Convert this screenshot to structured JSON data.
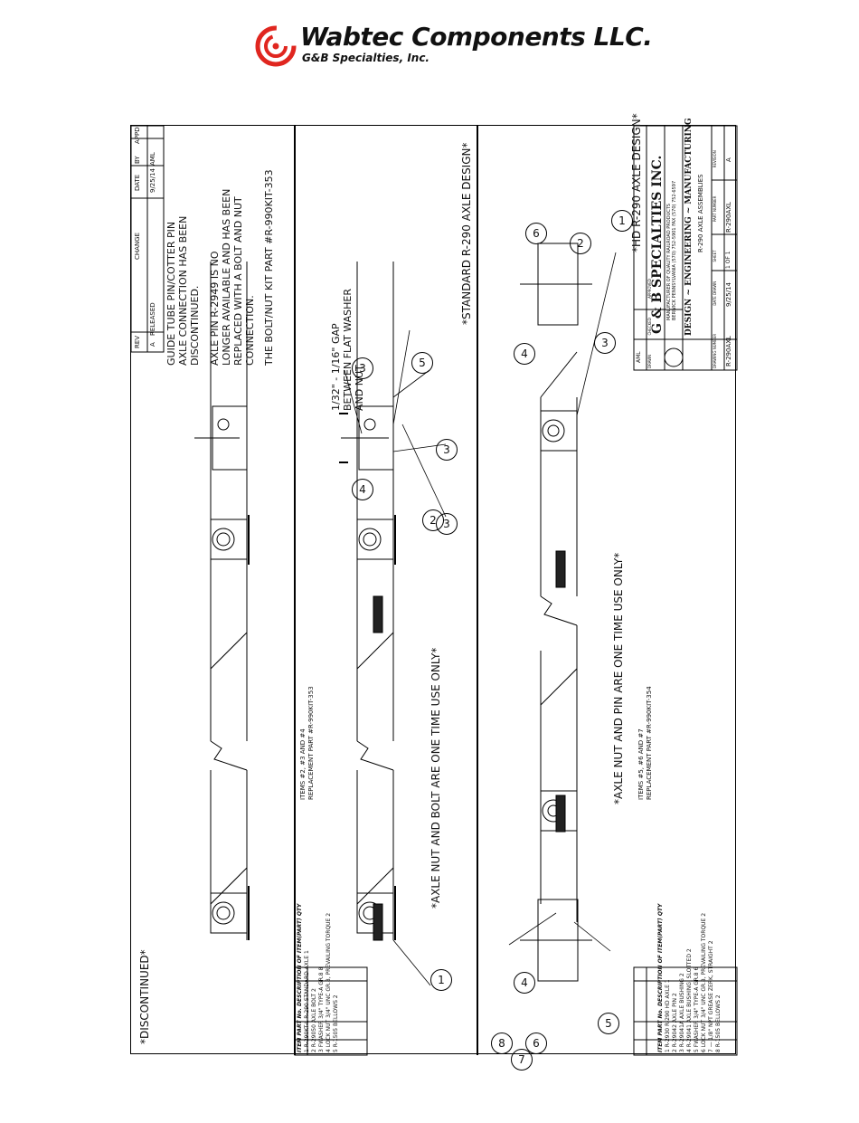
{
  "logo": {
    "company": "Wabtec Components LLC.",
    "subsidiary": "G&B Specialties, Inc.",
    "logo_color": "#e0261f"
  },
  "revision": {
    "headers": [
      "REV",
      "CHANGE",
      "DATE",
      "BY",
      "APPD"
    ],
    "row": [
      "A",
      "RELEASED",
      "9/25/14",
      "AML",
      ""
    ]
  },
  "notes": {
    "n1": [
      "GUIDE TUBE PIN/COTTER PIN",
      "AXLE CONNECTION HAS BEEN",
      "DISCONTINUED."
    ],
    "n2": [
      "AXLE PIN R-2949 IS NO",
      "LONGER AVAILABLE AND HAS BEEN",
      "REPLACED WITH A BOLT AND NUT",
      "CONNECTION."
    ],
    "n3": "THE BOLT/NUT KIT PART #R-990KIT-353"
  },
  "panels": {
    "discontinued": "*DISCONTINUED*",
    "standard": "*STANDARD R-290 AXLE DESIGN*",
    "hd": "*HD R-290 AXLE DESIGN*",
    "one_time_standard": "*AXLE NUT AND BOLT ARE ONE TIME USE ONLY*",
    "one_time_hd": "*AXLE NUT AND PIN ARE ONE TIME USE ONLY*"
  },
  "gap_note": [
    "1/32\" - 1/16\" GAP",
    "BETWEEN FLAT WASHER",
    "AND NUT."
  ],
  "standard_bom": {
    "headers": [
      "ITEM",
      "PART No.",
      "DESCRIPTION OF ITEM(PART)",
      "QTY"
    ],
    "rows": [
      [
        "1",
        "R-290KT-L",
        "R-290 STANDARD AXLE",
        "1"
      ],
      [
        "2",
        "R-29050",
        "AXLE BOLT",
        "2"
      ],
      [
        "3",
        "FWASHER",
        "3/4\" TYPE-A GR.8",
        "8"
      ],
      [
        "4",
        "LOCK NUT",
        "3/4\" UNC GR.8, PREVAILING TORQUE",
        "2"
      ],
      [
        "5",
        "R-1505",
        "BELLOWS",
        "2"
      ]
    ],
    "note": [
      "ITEMS #2, #3 AND #4",
      "REPLACEMENT PART #R-990KIT-353"
    ]
  },
  "hd_bom": {
    "headers": [
      "ITEM",
      "PART No.",
      "DESCRIPTION OF ITEM(PART)",
      "QTY"
    ],
    "rows": [
      [
        "1",
        "R-2930",
        "R-290 HD AXLE",
        "1"
      ],
      [
        "2",
        "R-29042",
        "AXLE PIN",
        "2"
      ],
      [
        "3",
        "R-29041A",
        "AXLE BUSHING",
        "2"
      ],
      [
        "4",
        "R-29041",
        "AXLE BUSHING, SLOTTED",
        "2"
      ],
      [
        "5",
        "FWASHER",
        "3/4\" TYPE-A GR.8",
        "6"
      ],
      [
        "6",
        "LOCK NUT",
        "3/4\" UNC GR.8, PREVAILING TORQUE",
        "2"
      ],
      [
        "7",
        "—",
        "1/8\" NPT GREASE ZERK, STRAIGHT",
        "2"
      ],
      [
        "8",
        "R-1505",
        "BELLOWS",
        "2"
      ]
    ],
    "note": [
      "ITEMS #5, #6 AND #7",
      "REPLACEMENT PART #R-990KIT-354"
    ]
  },
  "title_block": {
    "company": "G & B SPECIALTIES INC.",
    "tagline1": "MANUFACTURER OF QUALITY RAILROAD PRODUCTS",
    "tagline2": "BERWICK PENNSYLVANIA (570) 752-5901 FAX (570) 752-6597",
    "motto": "DESIGN ~ ENGINEERING ~ MANUFACTURING",
    "title": "R-290 AXLE ASSEMBLIES",
    "drawing_number": "R-290AXL",
    "date": "9/25/14",
    "sheet": "1 OF 1",
    "part_number": "R-290AXL",
    "revision": "A",
    "drawn": "AML",
    "labels": [
      "DRAWN",
      "CHECKED",
      "APPROVED",
      "DRAWING NUMBER",
      "DATE DRAWN",
      "SHEET",
      "PART NUMBER",
      "REVISION"
    ]
  },
  "balloons": [
    "1",
    "2",
    "3",
    "4",
    "5",
    "6",
    "7",
    "8"
  ]
}
